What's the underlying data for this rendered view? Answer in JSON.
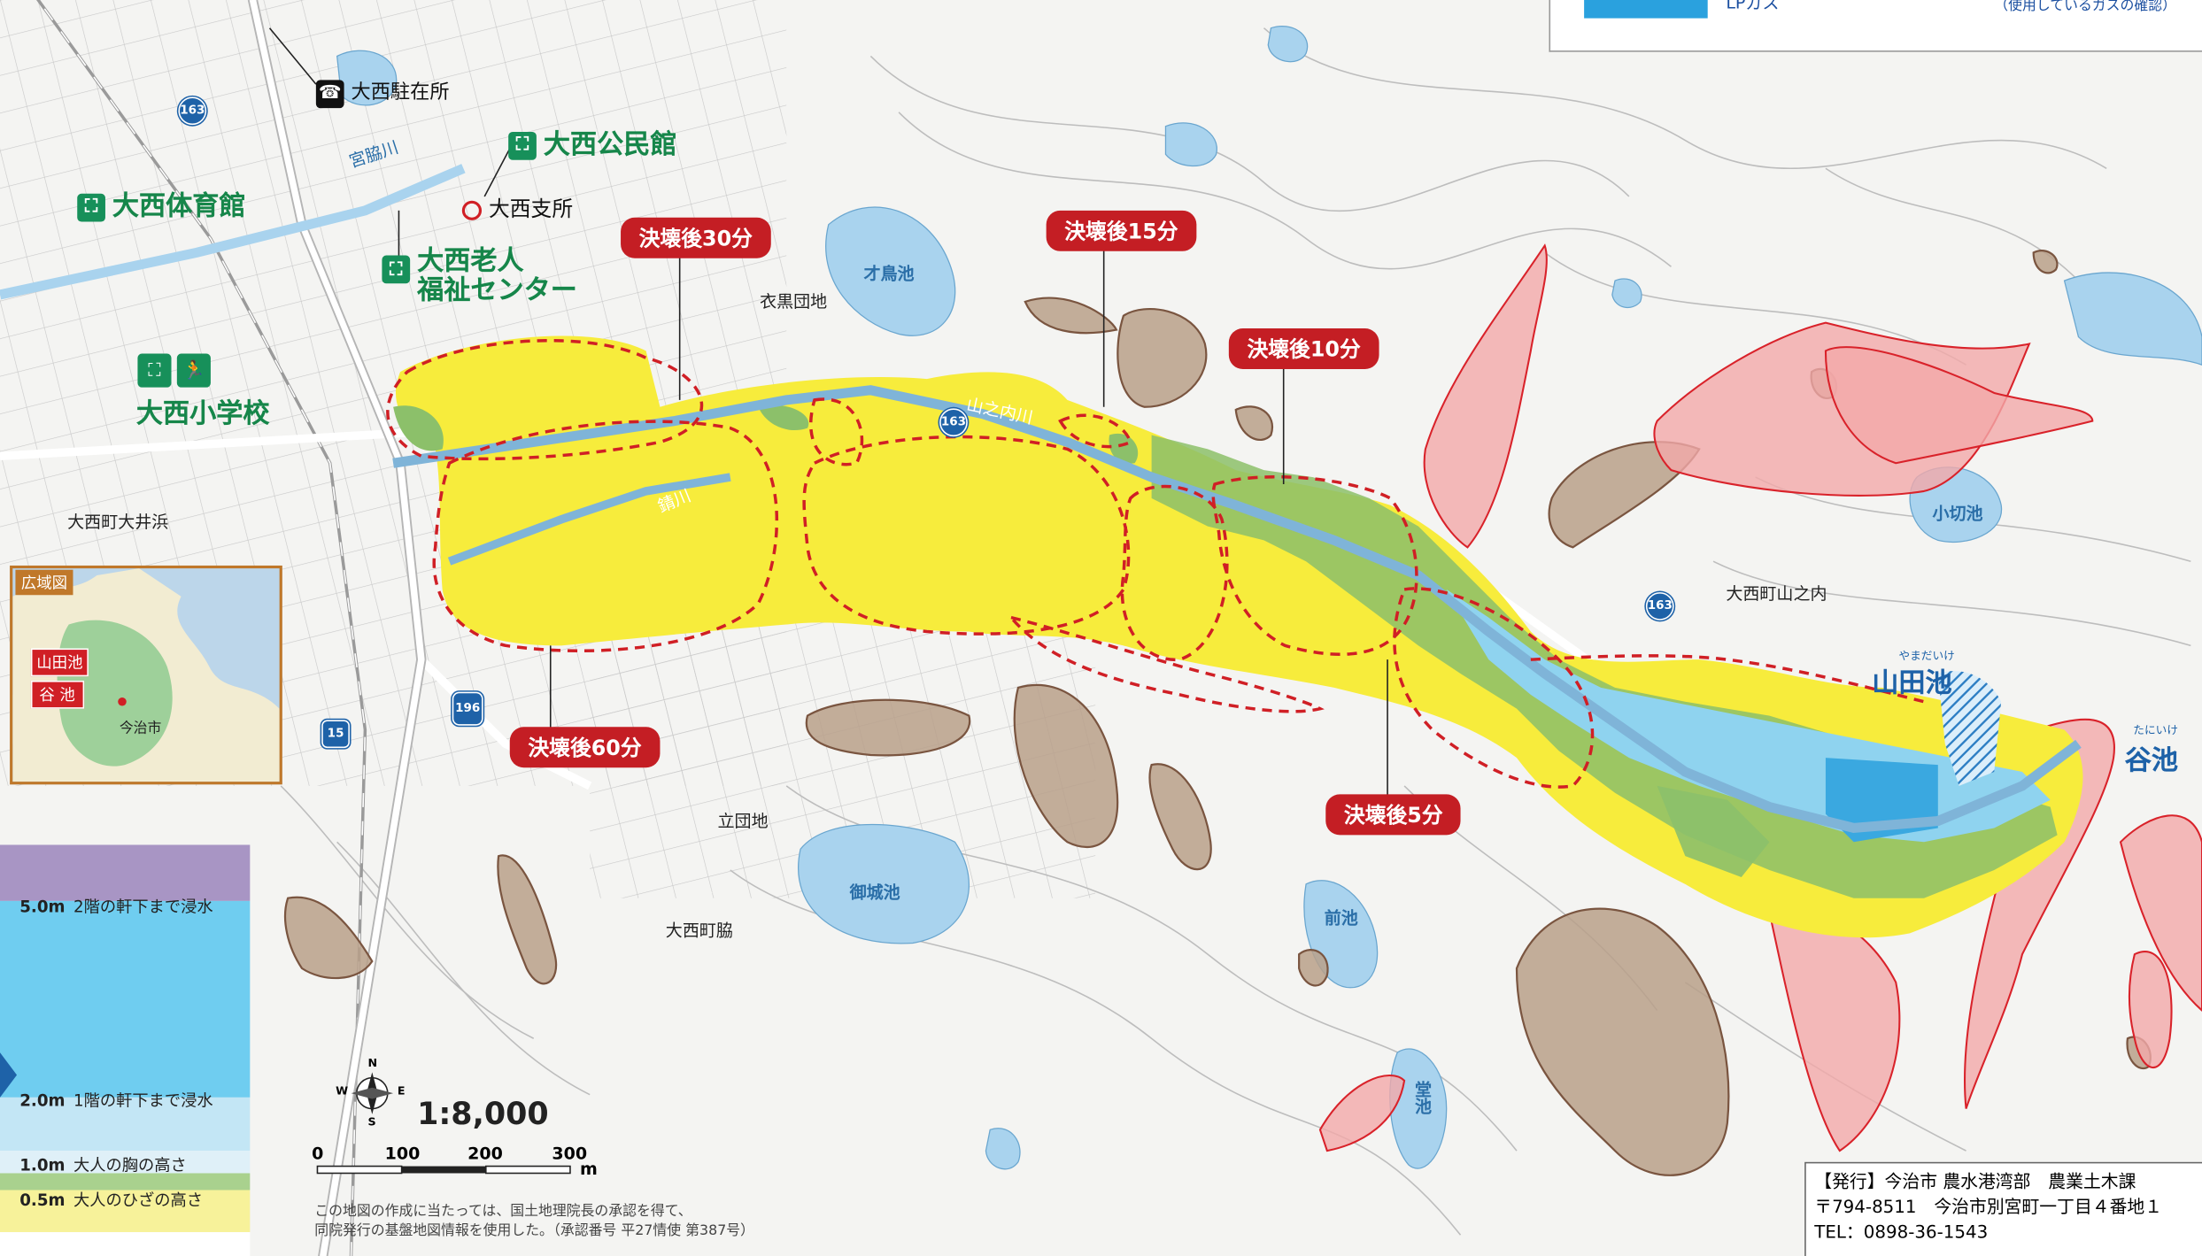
{
  "map": {
    "scale": "1:8,000",
    "scalebar_ticks": [
      "0",
      "100",
      "200",
      "300"
    ],
    "scalebar_unit": "m",
    "compass_letters": {
      "n": "N",
      "e": "E",
      "s": "S",
      "w": "W"
    },
    "copyright": [
      "この地図の作成に当たっては、国土地理院長の承認を得て、",
      "同院発行の基盤地図情報を使用した。（承認番号 平27情使 第387号）"
    ]
  },
  "facilities": {
    "koban": "大西駐在所",
    "kominkan": "大西公民館",
    "shisho": "大西支所",
    "taiikukan": "大西体育館",
    "rojin_line1": "大西老人",
    "rojin_line2": "福祉センター",
    "school": "大西小学校"
  },
  "places": {
    "kokuro": "衣黒団地",
    "tatsu": "立団地",
    "oi": "大西町大井浜",
    "waki": "大西町脇",
    "yamanouchi": "大西町山之内"
  },
  "ponds": {
    "saitori": "才鳥池",
    "gojo": "御城池",
    "mae": "前池",
    "do": "堂池",
    "kogiri": "小切池",
    "yamada_reading": "やまだいけ",
    "yamada": "山田池",
    "tani_reading": "たにいけ",
    "tani": "谷池"
  },
  "rivers": {
    "miyawaki": "宮脇川",
    "yamanouchi": "山之内川",
    "sabi": "錆川"
  },
  "routes": [
    "163",
    "163",
    "163",
    "196",
    "15"
  ],
  "callouts": {
    "t30": "決壊後30分",
    "t15": "決壊後15分",
    "t10": "決壊後10分",
    "t60": "決壊後60分",
    "t5": "決壊後5分"
  },
  "inset": {
    "title": "広域図",
    "label1": "山田池",
    "label2": "谷 池",
    "city": "今治市"
  },
  "legend": {
    "rows": [
      {
        "value": "5.0m",
        "desc": "2階の軒下まで浸水"
      },
      {
        "value": "2.0m",
        "desc": "1階の軒下まで浸水"
      },
      {
        "value": "1.0m",
        "desc": "大人の胸の高さ"
      },
      {
        "value": "0.5m",
        "desc": "大人のひざの高さ"
      }
    ],
    "colors": [
      "#a895c4",
      "#6fcdf0",
      "#c3e6f5",
      "#dff0f8",
      "#a9d18e",
      "#f7f29a"
    ]
  },
  "top_panel": {
    "label": "LPガス",
    "note": "（使用しているガスの確認）"
  },
  "publisher": {
    "line1": "【発行】今治市 農水港湾部　農業土木課",
    "line2": "〒794-8511　今治市別宮町一丁目４番地１",
    "line3": "TEL：0898-36-1543"
  },
  "colors": {
    "flood_yellow": "#f7ec3c",
    "flood_green": "#8cc06a",
    "flood_blue": "#8fd3ef",
    "flood_deep": "#3aa8e0",
    "landslide_red": "#f2a9a9",
    "landslide_brown": "#b8a08a",
    "water": "#a9d3ee",
    "callout_red": "#c41e24",
    "facility_green": "#17905a"
  }
}
